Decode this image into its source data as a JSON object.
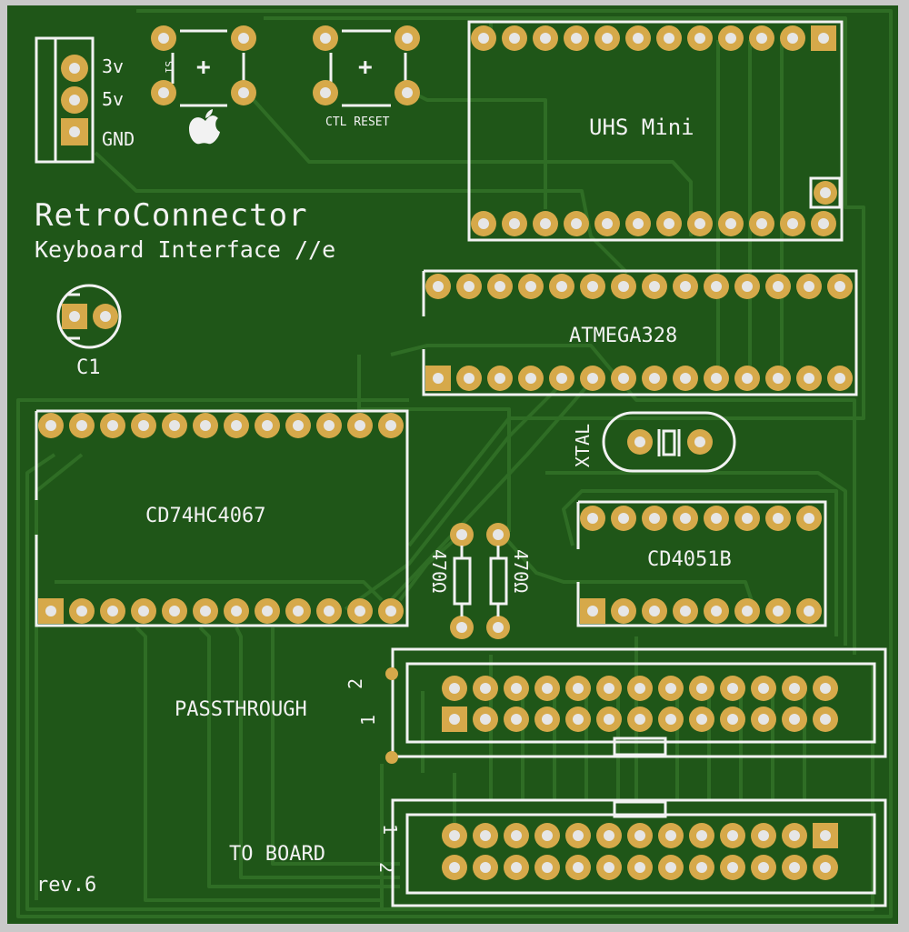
{
  "board": {
    "title": "RetroConnector",
    "subtitle": "Keyboard Interface //e",
    "revision": "rev.6",
    "colors": {
      "pcb": "#1f5618",
      "silkscreen": "#f2f2f2",
      "pad": "#d6a94a",
      "trace": "#2f6d25",
      "frame": "#c9c9c9"
    }
  },
  "power_header": {
    "labels": [
      "3v",
      "5v",
      "GND"
    ]
  },
  "switches": {
    "apple_switch": {
      "symbol": "+",
      "mark": "S1",
      "icon": "apple-logo-icon"
    },
    "reset_switch": {
      "symbol": "+",
      "label": "CTL RESET"
    }
  },
  "components": {
    "uhs": "UHS Mini",
    "mcu": "ATMEGA328",
    "mux": "CD74HC4067",
    "demux": "CD4051B",
    "crystal": "XTAL",
    "capacitor": "C1",
    "resistor_1": "470Ω",
    "resistor_2": "470Ω"
  },
  "connectors": {
    "passthrough": {
      "label": "PASSTHROUGH",
      "pin_top": "2",
      "pin_bottom": "1"
    },
    "to_board": {
      "label": "TO BOARD",
      "pin_top": "1",
      "pin_bottom": "2"
    }
  }
}
